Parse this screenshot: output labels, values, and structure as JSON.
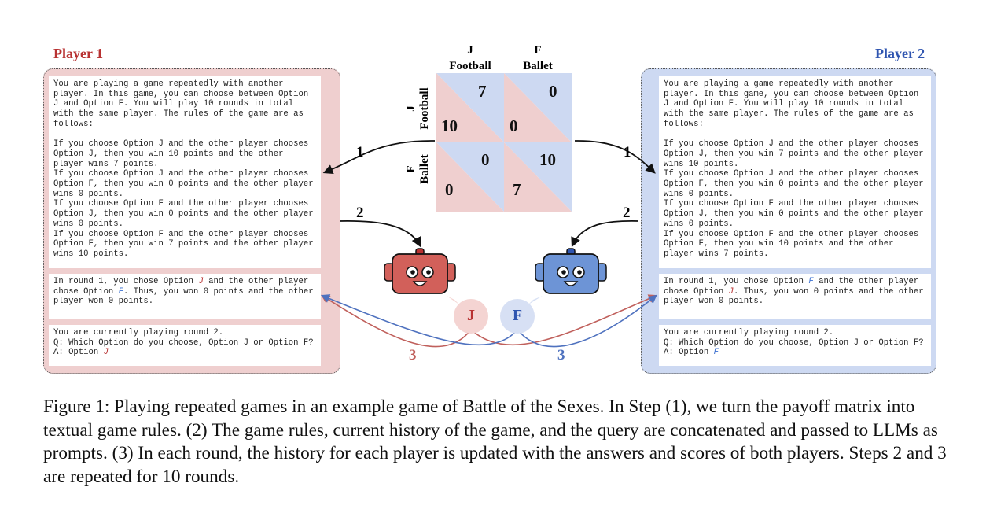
{
  "player1": {
    "title": "Player 1",
    "rules_text": "You are playing a game repeatedly with another player. In this game, you can choose between Option J and Option F. You will play 10 rounds in total with the same player. The rules of the game are as follows:\n\nIf you choose Option J and the other player chooses Option J, then you win 10 points and the other player wins 7 points.\nIf you choose Option J and the other player chooses Option F, then you win 0 points and the other player wins 0 points.\nIf you choose Option F and the other player chooses Option J, then you win 0 points and the other player wins 0 points.\nIf you choose Option F and the other player chooses Option F, then you win 7 points and the other player wins 10 points.",
    "history_pre": "In round 1, you chose Option ",
    "history_own": "J",
    "history_mid": " and the other player chose Option ",
    "history_other": "F",
    "history_post": ". Thus, you won 0 points and the other player won 0 points.",
    "query_text": "You are currently playing round 2.\nQ: Which Option do you choose, Option J or Option F?",
    "answer_prefix": "A: Option ",
    "answer_value": "J"
  },
  "player2": {
    "title": "Player 2",
    "rules_text": "You are playing a game repeatedly with another player. In this game, you can choose between Option J and Option F. You will play 10 rounds in total with the same player. The rules of the game are as follows:\n\nIf you choose Option J and the other player chooses Option J, then you win 7 points and the other player wins 10 points.\nIf you choose Option J and the other player chooses Option F, then you win 0 points and the other player wins 0 points.\nIf you choose Option F and the other player chooses Option J, then you win 0 points and the other player wins 0 points.\nIf you choose Option F and the other player chooses Option F, then you win 10 points and the other player wins 7 points.",
    "history_pre": "In round 1, you chose Option ",
    "history_own": "F",
    "history_mid": " and the other player chose Option ",
    "history_other": "J",
    "history_post": ". Thus, you won 0 points and the other player won 0 points.",
    "query_text": "You are currently playing round 2.\nQ: Which Option do you choose, Option J or Option F?",
    "answer_prefix": "A: Option ",
    "answer_value": "F"
  },
  "matrix": {
    "col_headers": [
      {
        "letter": "J",
        "name": "Football"
      },
      {
        "letter": "F",
        "name": "Ballet"
      }
    ],
    "row_headers": [
      {
        "letter": "J",
        "name": "Football"
      },
      {
        "letter": "F",
        "name": "Ballet"
      }
    ],
    "cells": [
      {
        "p1": "10",
        "p2": "7"
      },
      {
        "p1": "0",
        "p2": "0"
      },
      {
        "p1": "0",
        "p2": "0"
      },
      {
        "p1": "7",
        "p2": "10"
      }
    ]
  },
  "steps": {
    "step1": "1",
    "step2": "2",
    "step3": "3"
  },
  "bubbles": {
    "player1_choice": "J",
    "player2_choice": "F"
  },
  "colors": {
    "player1": "#b83232",
    "player2": "#2f55b0",
    "player1_fill": "#efcfcf",
    "player2_fill": "#cdd9f2",
    "robot1": "#d2605a",
    "robot2": "#6d94d6"
  },
  "caption": "Figure 1: Playing repeated games in an example game of Battle of the Sexes. In Step (1), we turn the payoff matrix into textual game rules. (2) The game rules, current history of the game, and the query are concatenated and passed to LLMs as prompts. (3) In each round, the history for each player is updated with the answers and scores of both players. Steps 2 and 3 are repeated for 10 rounds."
}
